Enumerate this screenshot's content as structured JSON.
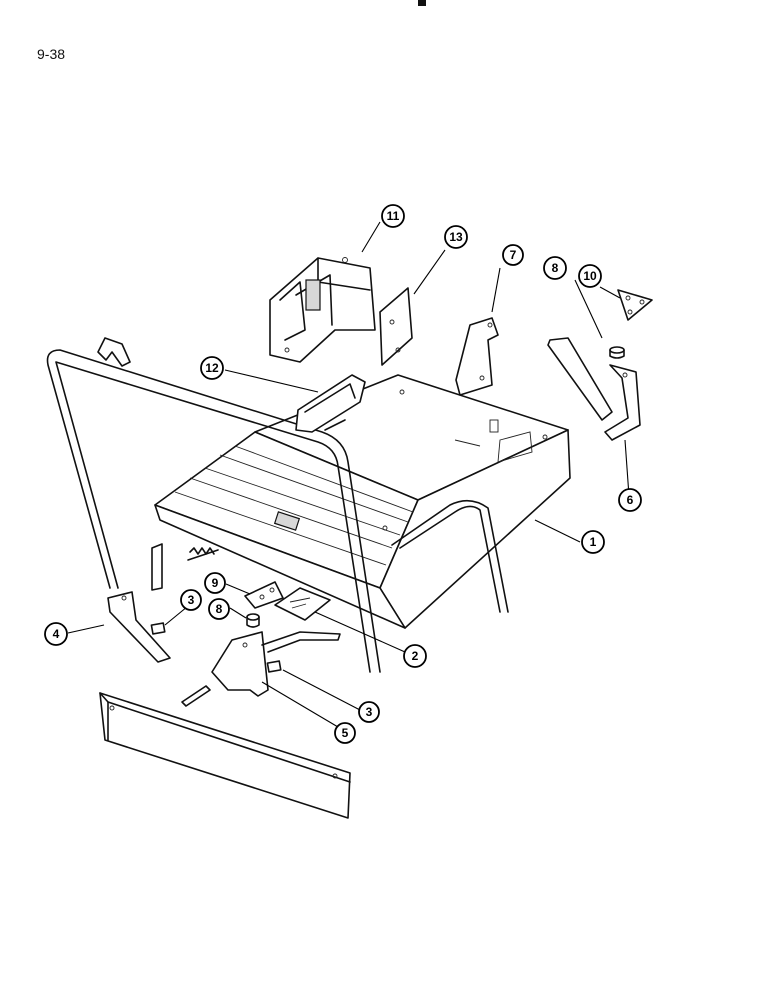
{
  "page": {
    "number": "9-38"
  },
  "callouts": [
    {
      "id": "c1",
      "label": "1"
    },
    {
      "id": "c2",
      "label": "2"
    },
    {
      "id": "c3a",
      "label": "3"
    },
    {
      "id": "c3b",
      "label": "3"
    },
    {
      "id": "c4",
      "label": "4"
    },
    {
      "id": "c5",
      "label": "5"
    },
    {
      "id": "c6",
      "label": "6"
    },
    {
      "id": "c7",
      "label": "7"
    },
    {
      "id": "c8a",
      "label": "8"
    },
    {
      "id": "c8b",
      "label": "8"
    },
    {
      "id": "c9",
      "label": "9"
    },
    {
      "id": "c10",
      "label": "10"
    },
    {
      "id": "c11",
      "label": "11"
    },
    {
      "id": "c12",
      "label": "12"
    },
    {
      "id": "c13",
      "label": "13"
    }
  ]
}
